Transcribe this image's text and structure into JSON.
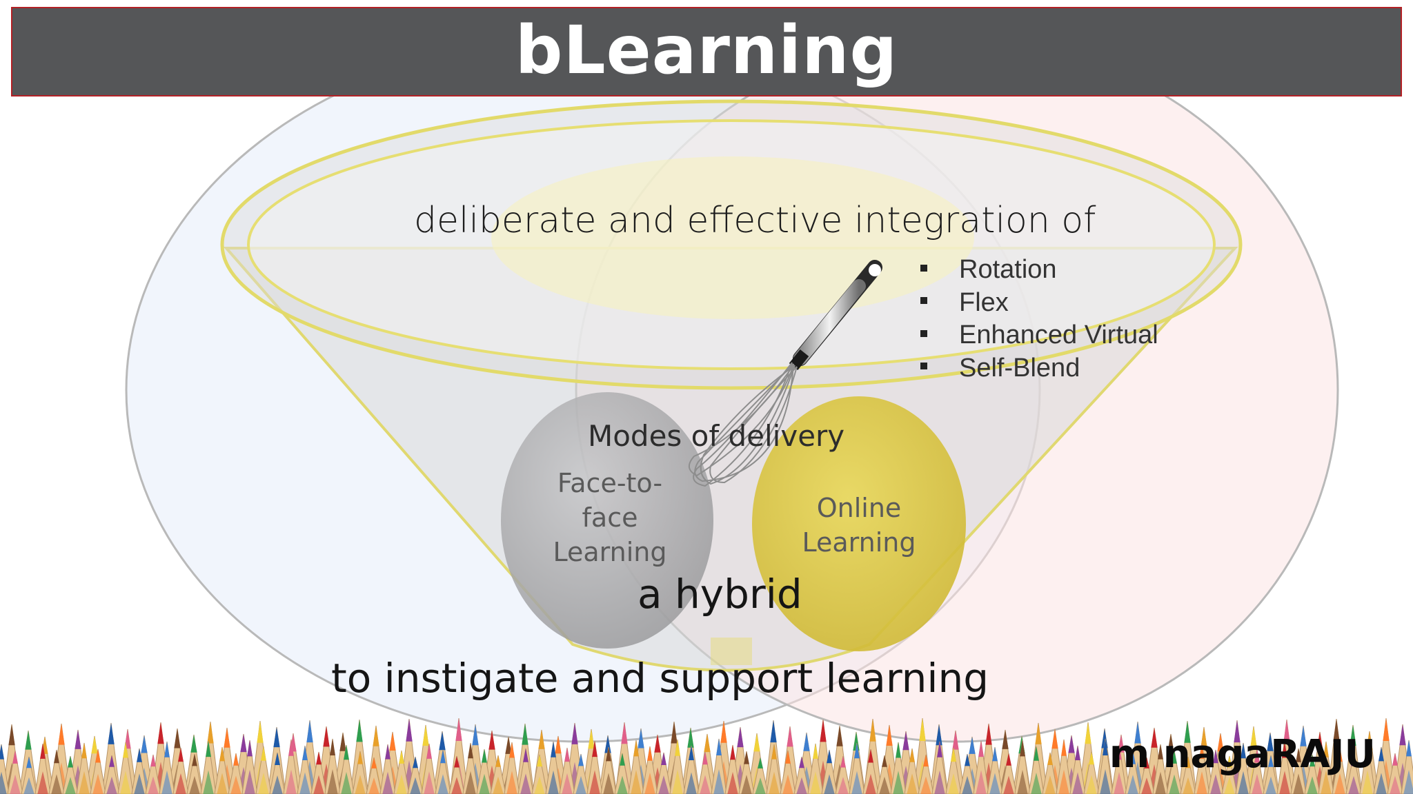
{
  "slide": {
    "title": "bLearning",
    "integration_text": "deliberate and effective integration of",
    "models": [
      "Rotation",
      "Flex",
      "Enhanced Virtual",
      "Self-Blend"
    ],
    "modes_heading": "Modes of delivery",
    "face_to_face_label": "Face-to-face Learning",
    "face_to_face_lines": [
      "Face-to-",
      "face",
      "Learning"
    ],
    "online_label": "Online Learning",
    "online_lines": [
      "Online",
      "Learning"
    ],
    "hybrid_text": "a hybrid",
    "purpose_text": "to instigate and support learning",
    "author": "m nagaRAJU"
  },
  "icons": {
    "bowl": "mixing-bowl-icon",
    "whisk": "whisk-icon",
    "pencils": "colored-pencils-border"
  },
  "colors": {
    "title_bar": "#555658",
    "title_border": "#b32025",
    "left_circle_tint": "#e9effa",
    "right_circle_tint": "#fbe3e3",
    "face_to_face_circle": "#b7b7b9",
    "online_circle": "#ddc94a"
  }
}
